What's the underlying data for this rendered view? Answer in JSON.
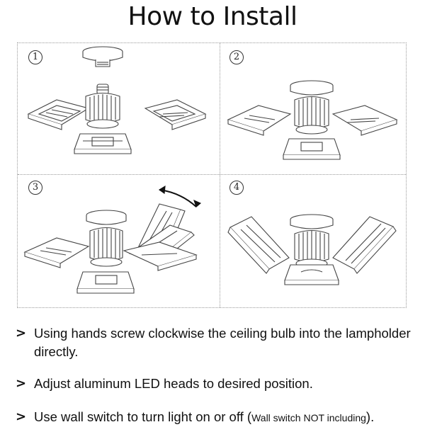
{
  "title": "How to Install",
  "steps": [
    {
      "number": "1"
    },
    {
      "number": "2"
    },
    {
      "number": "3"
    },
    {
      "number": "4"
    }
  ],
  "instructions": [
    {
      "bullet": ">",
      "text": "Using hands screw clockwise the ceiling bulb into the lampholder directly."
    },
    {
      "bullet": ">",
      "text": "Adjust aluminum LED heads to desired position."
    },
    {
      "bullet": ">",
      "main": "Use wall switch to turn light on or off (",
      "note": "Wall switch NOT including",
      "end": ")."
    }
  ],
  "colors": {
    "line": "#444444",
    "text": "#111111",
    "grid": "#9a9a9a"
  }
}
